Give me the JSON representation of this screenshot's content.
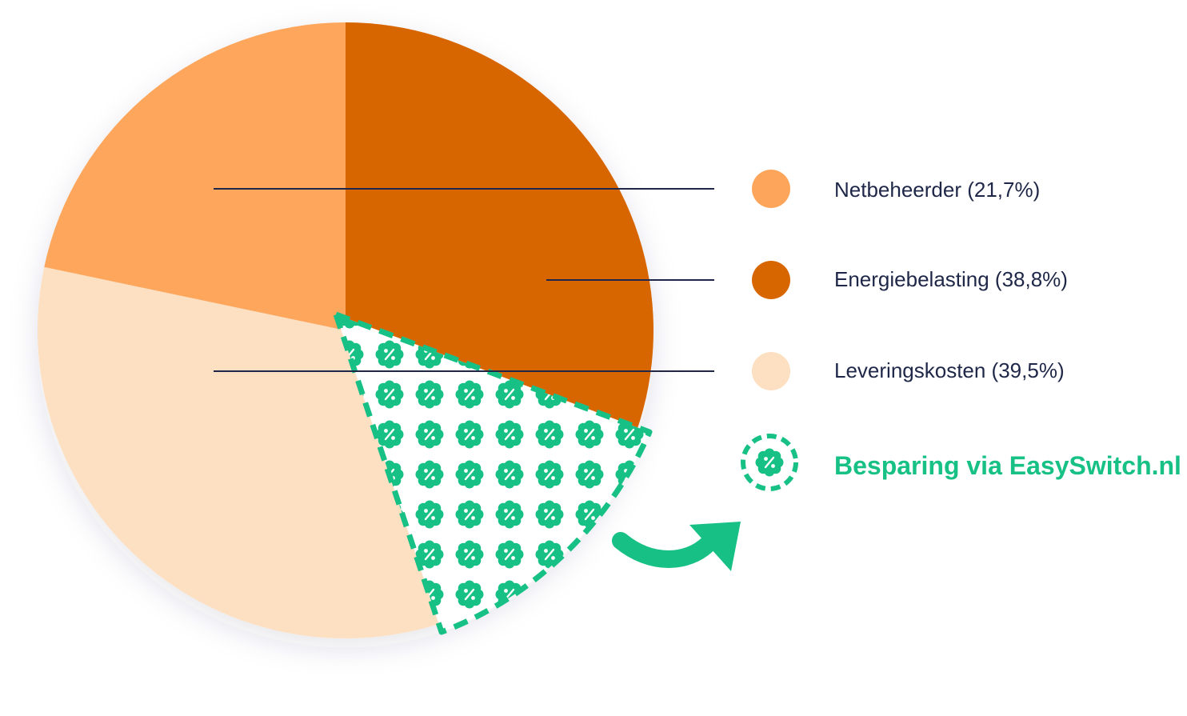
{
  "chart_data": {
    "type": "pie",
    "colors": {
      "Netbeheerder": "#fda65b",
      "Energiebelasting": "#d86600",
      "Leveringskosten": "#fddfc1",
      "savings": "#17c186",
      "leader": "#1f2748"
    },
    "slices": [
      {
        "label": "Netbeheerder",
        "legend_text": "Netbeheerder (21,7%)",
        "value": 21.7,
        "color": "#fda65b"
      },
      {
        "label": "Energiebelasting",
        "legend_text": "Energiebelasting (38,8%)",
        "value": 38.8,
        "color": "#d86600"
      },
      {
        "label": "Leveringskosten",
        "legend_text": "Leveringskosten (39,5%)",
        "value": 39.5,
        "color": "#fddfc1"
      }
    ],
    "savings": {
      "legend_text": "Besparing via EasySwitch.nl",
      "icon": "percent-badge-icon",
      "color": "#17c186"
    }
  }
}
